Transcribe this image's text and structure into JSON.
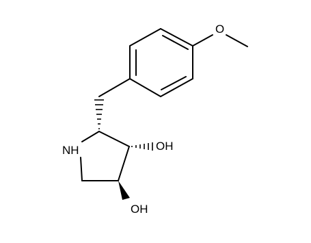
{
  "molecule": {
    "atom_labels": {
      "methoxy_oxygen": "O",
      "ring_nitrogen": "NH",
      "hydroxyl_upper": "OH",
      "hydroxyl_lower": "OH"
    },
    "stereo": {
      "benzylic_bond": "hashed-wedge",
      "upper_hydroxyl_bond": "hashed-wedge",
      "lower_hydroxyl_bond": "solid-wedge"
    },
    "colors": {
      "bond": "#000000",
      "label": "#000000",
      "background": "#ffffff"
    }
  }
}
